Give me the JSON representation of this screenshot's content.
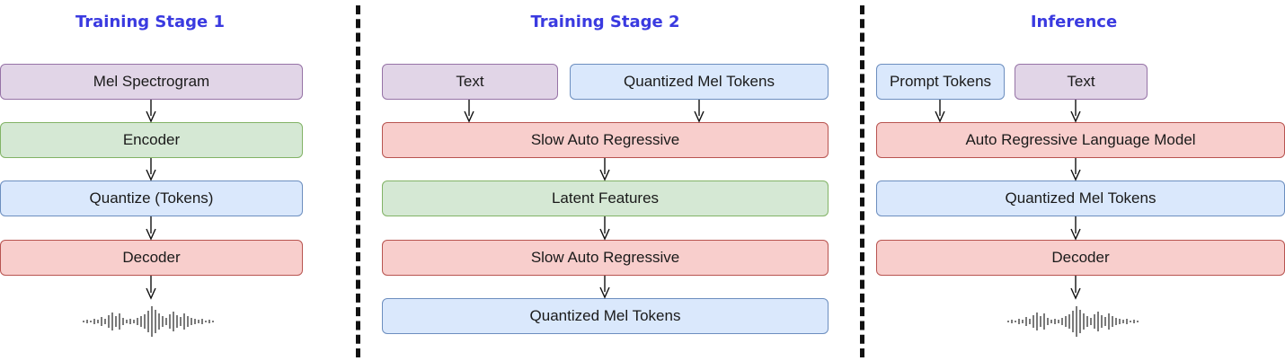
{
  "stage1": {
    "title": "Training Stage 1",
    "boxes": [
      "Mel Spectrogram",
      "Encoder",
      "Quantize (Tokens)",
      "Decoder"
    ]
  },
  "stage2": {
    "title": "Training Stage 2",
    "inputs": [
      "Text",
      "Quantized Mel Tokens"
    ],
    "boxes": [
      "Slow Auto Regressive",
      "Latent Features",
      "Slow Auto Regressive",
      "Quantized Mel Tokens"
    ]
  },
  "inference": {
    "title": "Inference",
    "inputs": [
      "Prompt Tokens",
      "Text"
    ],
    "boxes": [
      "Auto Regressive Language Model",
      "Quantized Mel Tokens",
      "Decoder"
    ]
  },
  "colors": {
    "purple_fill": "#e1d5e7",
    "green_fill": "#d5e8d4",
    "blue_fill": "#dae8fc",
    "red_fill": "#f8cecc",
    "title_color": "#3a3ae0"
  },
  "icons": [
    "waveform-icon",
    "arrow-down-icon"
  ]
}
